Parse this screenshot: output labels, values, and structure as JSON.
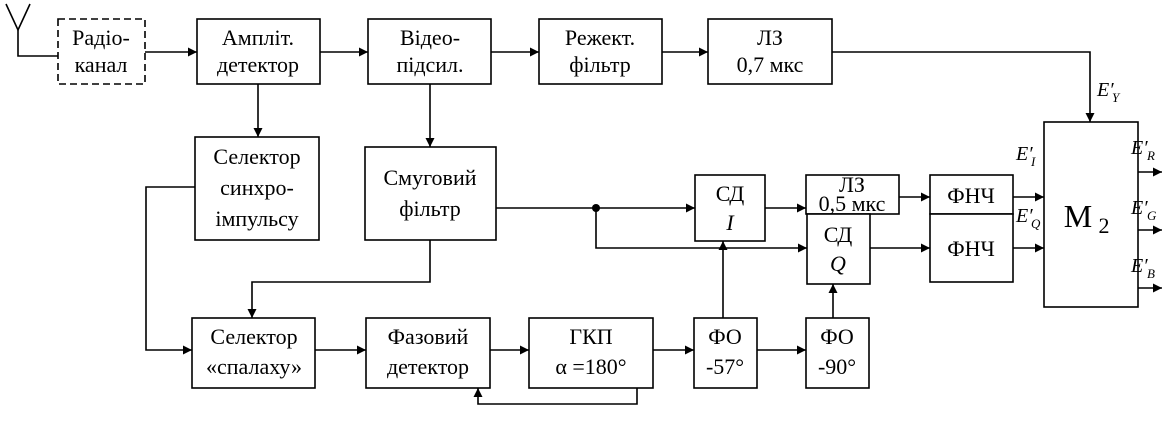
{
  "blocks": {
    "radio_channel": [
      "Радіо-",
      "канал"
    ],
    "amplitude_detector": [
      "Ампліт.",
      "детектор"
    ],
    "video_amp": [
      "Відео-",
      "підсил."
    ],
    "notch_filter": [
      "Режект.",
      "фільтр"
    ],
    "delay_line_07": [
      "ЛЗ",
      "0,7 мкс"
    ],
    "sync_selector": [
      "Селектор",
      "синхро-",
      "імпульсу"
    ],
    "band_filter": [
      "Смуговий",
      "фільтр"
    ],
    "sync_detector_i": [
      "СД",
      "I"
    ],
    "delay_line_05": [
      "ЛЗ",
      "0,5 мкс"
    ],
    "sync_detector_q": [
      "СД",
      "Q"
    ],
    "lpf_1": "ФНЧ",
    "lpf_2": "ФНЧ",
    "matrix": {
      "main": "M",
      "sub": "2"
    },
    "burst_selector": [
      "Селектор",
      "«спалаху»"
    ],
    "phase_detector": [
      "Фазовий",
      "детектор"
    ],
    "reference_osc": [
      "ГКП",
      "α =180°"
    ],
    "phase_shifter_57": [
      "ФО",
      "-57°"
    ],
    "phase_shifter_90": [
      "ФО",
      "-90°"
    ]
  },
  "signals": {
    "ey": {
      "main": "E′",
      "sub": "Y"
    },
    "ei": {
      "main": "E′",
      "sub": "I"
    },
    "eq": {
      "main": "E′",
      "sub": "Q"
    },
    "er": {
      "main": "E′",
      "sub": "R"
    },
    "eg": {
      "main": "E′",
      "sub": "G"
    },
    "eb": {
      "main": "E′",
      "sub": "B"
    }
  }
}
